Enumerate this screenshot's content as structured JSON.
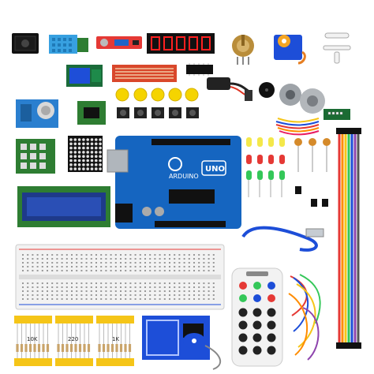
{
  "board": {
    "brand": "ARDUINO",
    "model": "UNO"
  },
  "resistor_tapes": [
    {
      "label": "10K"
    },
    {
      "label": "220"
    },
    {
      "label": "1K"
    }
  ],
  "colors": {
    "board_blue": "#1565c0",
    "pcb_green": "#2e7d32",
    "lcd_bg": "#1e3a8a",
    "segment_red": "#ff2020",
    "sensor_blue": "#37a0e0",
    "module_red": "#e53935",
    "tape_yellow": "#f5c518",
    "cable_blue": "#1d4ed8"
  },
  "icons": [
    "seven-segment-display-icon",
    "servo-icon",
    "potentiometer-icon",
    "battery-clip-icon",
    "buzzer-icon",
    "stepper-motor-icon",
    "rfid-tag-icon",
    "ir-remote-icon"
  ]
}
